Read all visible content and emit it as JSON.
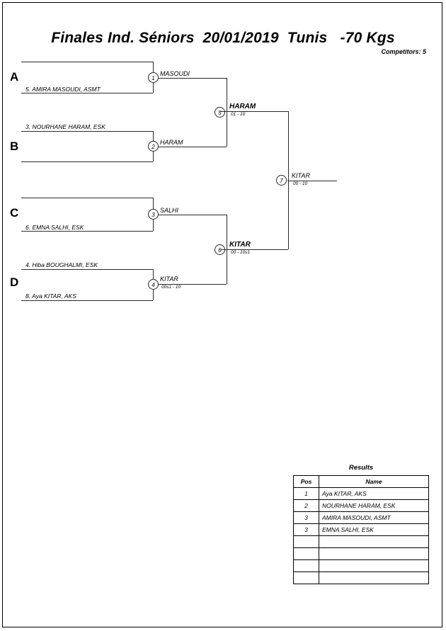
{
  "header": {
    "title": "Finales Ind. Séniors  20/01/2019  Tunis   -70 Kgs",
    "competitors": "Competitors: 5"
  },
  "bracket": {
    "groups": [
      {
        "letter": "A",
        "top_slot": "",
        "bottom_slot": "5. AMIRA MASOUDI, ASMT"
      },
      {
        "letter": "B",
        "top_slot": "3. NOURHANE HARAM, ESK",
        "bottom_slot": ""
      },
      {
        "letter": "C",
        "top_slot": "",
        "bottom_slot": "6. EMNA SALHI, ESK"
      },
      {
        "letter": "D",
        "top_slot": "4. Hiba BOUGHALMI, ESK",
        "bottom_slot": "8. Aya KITAR, AKS"
      }
    ],
    "matches": [
      {
        "number": "1",
        "winner": "MASOUDI",
        "score": ""
      },
      {
        "number": "2",
        "winner": "HARAM",
        "score": ""
      },
      {
        "number": "3",
        "winner": "SALHI",
        "score": ""
      },
      {
        "number": "4",
        "winner": "KITAR",
        "score": "00s1 - 10"
      },
      {
        "number": "5",
        "winner": "HARAM",
        "score": "01 - 10"
      },
      {
        "number": "6",
        "winner": "KITAR",
        "score": "00 - 10s1"
      },
      {
        "number": "7",
        "winner": "KITAR",
        "score": "00 - 10"
      }
    ]
  },
  "results": {
    "title": "Results",
    "columns": [
      "Pos",
      "Name"
    ],
    "rows": [
      {
        "pos": "1",
        "name": "Aya KITAR, AKS"
      },
      {
        "pos": "2",
        "name": "NOURHANE HARAM, ESK"
      },
      {
        "pos": "3",
        "name": "AMIRA MASOUDI, ASMT"
      },
      {
        "pos": "3",
        "name": "EMNA SALHI, ESK"
      },
      {
        "pos": "",
        "name": ""
      },
      {
        "pos": "",
        "name": ""
      },
      {
        "pos": "",
        "name": ""
      },
      {
        "pos": "",
        "name": ""
      }
    ]
  }
}
